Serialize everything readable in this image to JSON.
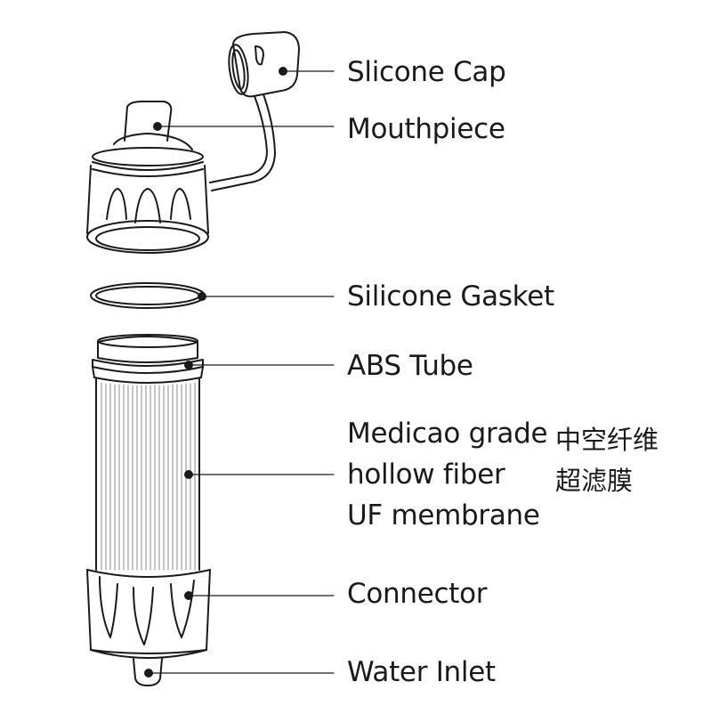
{
  "labels": {
    "cap": "Slicone Cap",
    "mouthpiece": "Mouthpiece",
    "gasket": "Silicone Gasket",
    "tube": "ABS Tube",
    "membrane_line1": "Medicao grade",
    "membrane_line2": "hollow fiber",
    "membrane_line3": "UF membrane",
    "connector": "Connector",
    "inlet": "Water Inlet",
    "chinese_line1": "中空纤维",
    "chinese_line2": "超滤膜"
  },
  "colors": {
    "stroke": "#1a1a1a",
    "background": "#ffffff"
  }
}
